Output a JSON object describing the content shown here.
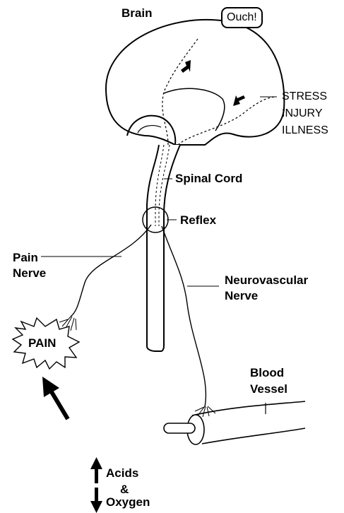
{
  "labels": {
    "brain": "Brain",
    "ouch": "Ouch!",
    "stress": "STRESS",
    "injury": "INJURY",
    "illness": "ILLNESS",
    "spinal_cord": "Spinal Cord",
    "reflex": "Reflex",
    "pain_nerve_line1": "Pain",
    "pain_nerve_line2": "Nerve",
    "neurovascular_line1": "Neurovascular",
    "neurovascular_line2": "Nerve",
    "pain": "PAIN",
    "blood_vessel_line1": "Blood",
    "blood_vessel_line2": "Vessel",
    "acids": "Acids",
    "ampersand": "&",
    "oxygen": "Oxygen"
  }
}
